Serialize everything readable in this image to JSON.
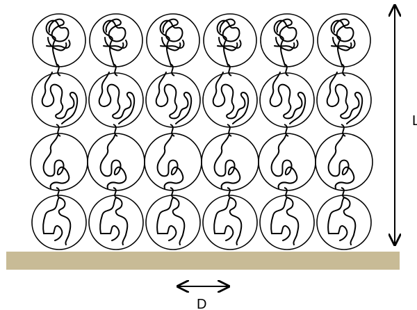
{
  "diagram": {
    "labels": {
      "height": "L",
      "spacing": "D"
    },
    "grid": {
      "rows": 4,
      "columns": 6
    },
    "colors": {
      "substrate": "#c8bb96",
      "line": "#000000",
      "background": "#ffffff"
    }
  }
}
